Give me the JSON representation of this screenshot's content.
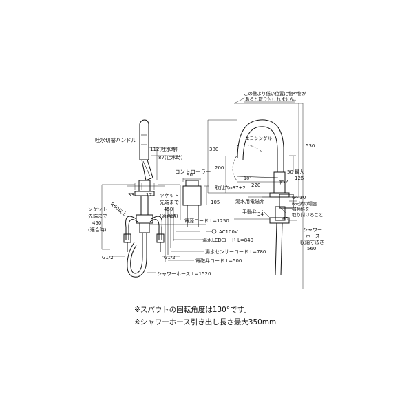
{
  "labels": {
    "spout_handle": "吐水切替ハンドル",
    "d112": "112(吐水時)",
    "d87": "87(止水時)",
    "controller": "コントローラー",
    "d90": "90",
    "d105": "105",
    "d33": "33",
    "d17": "17",
    "r60": "R60以上",
    "socket_left": "ソケット",
    "socket_left2": "先端まで",
    "socket_left3": "450",
    "socket_left4": "(適合時)",
    "socket_right": "ソケット",
    "socket_right2": "先端まで",
    "socket_right3": "450",
    "socket_right4": "(適合時)",
    "power_cord": "電源コード L=1250",
    "ac100": "AC100V",
    "led_cord": "湯水LEDコード L=840",
    "sensor_cord": "湯水センサーコード L=780",
    "valve_cord": "電磁弁コード L=500",
    "g12_left": "G1/2",
    "g12_right": "G1/2",
    "shower_hose": "シャワーホース L=1520",
    "top_note1": "この壁より低い位置に物や物が",
    "top_note2": "あると取り付けれません。",
    "eco_single": "エコシングル",
    "d380": "380",
    "d200": "200",
    "d220": "220",
    "d10": "10°",
    "d530": "530",
    "d50": "50",
    "max126_a": "最大",
    "max126_b": "126",
    "mount_hole": "取付穴φ37±2",
    "phi52": "φ52",
    "solenoid": "湯水用電磁弁",
    "d34": "34",
    "d60": "60",
    "manual_valve": "手動弁",
    "six30": "6～30",
    "six30_note1": "6未満の場合",
    "six30_note2": "補強板を",
    "six30_note3": "取り付けること",
    "shower_store1": "シャワー",
    "shower_store2": "ホース",
    "shower_store3": "収納寸法さ",
    "shower_store4": "560"
  },
  "notes": {
    "line1": "※スパウトの回転角度は130°です。",
    "line2": "※シャワーホース引き出し長さ最大350mm"
  }
}
